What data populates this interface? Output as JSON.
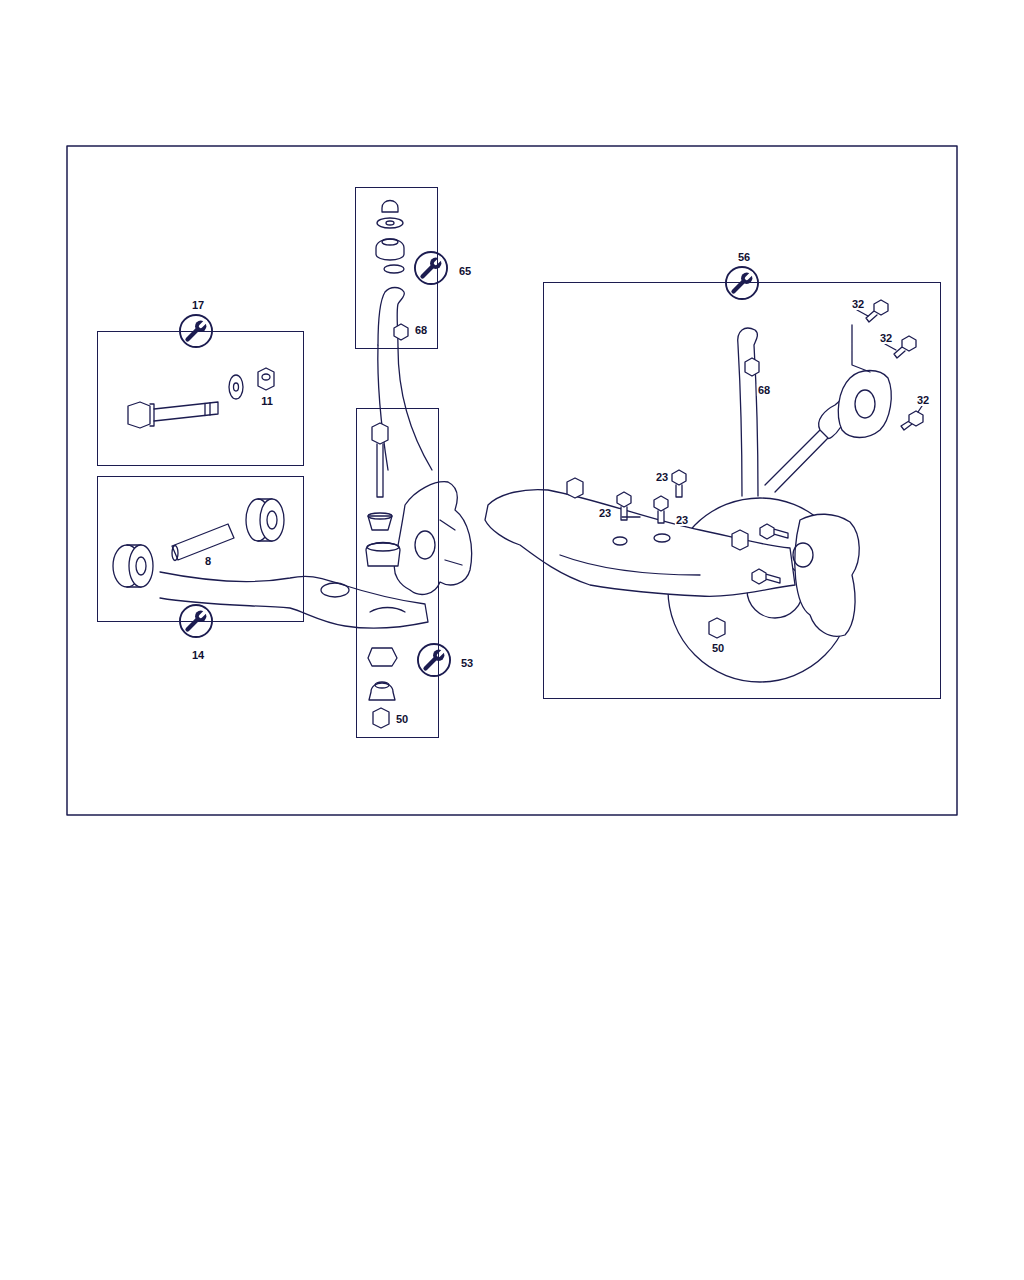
{
  "diagram": {
    "nodes": [
      {
        "text": [
          "17",
          "11"
        ]
      },
      {
        "text": [
          "8",
          "14"
        ]
      },
      {
        "text": [
          "65",
          "68"
        ]
      },
      {
        "text": [
          "53",
          "50"
        ]
      },
      {
        "text": [
          "56",
          "32",
          "32",
          "32",
          "68",
          "23",
          "23",
          "23",
          "50"
        ]
      }
    ]
  }
}
